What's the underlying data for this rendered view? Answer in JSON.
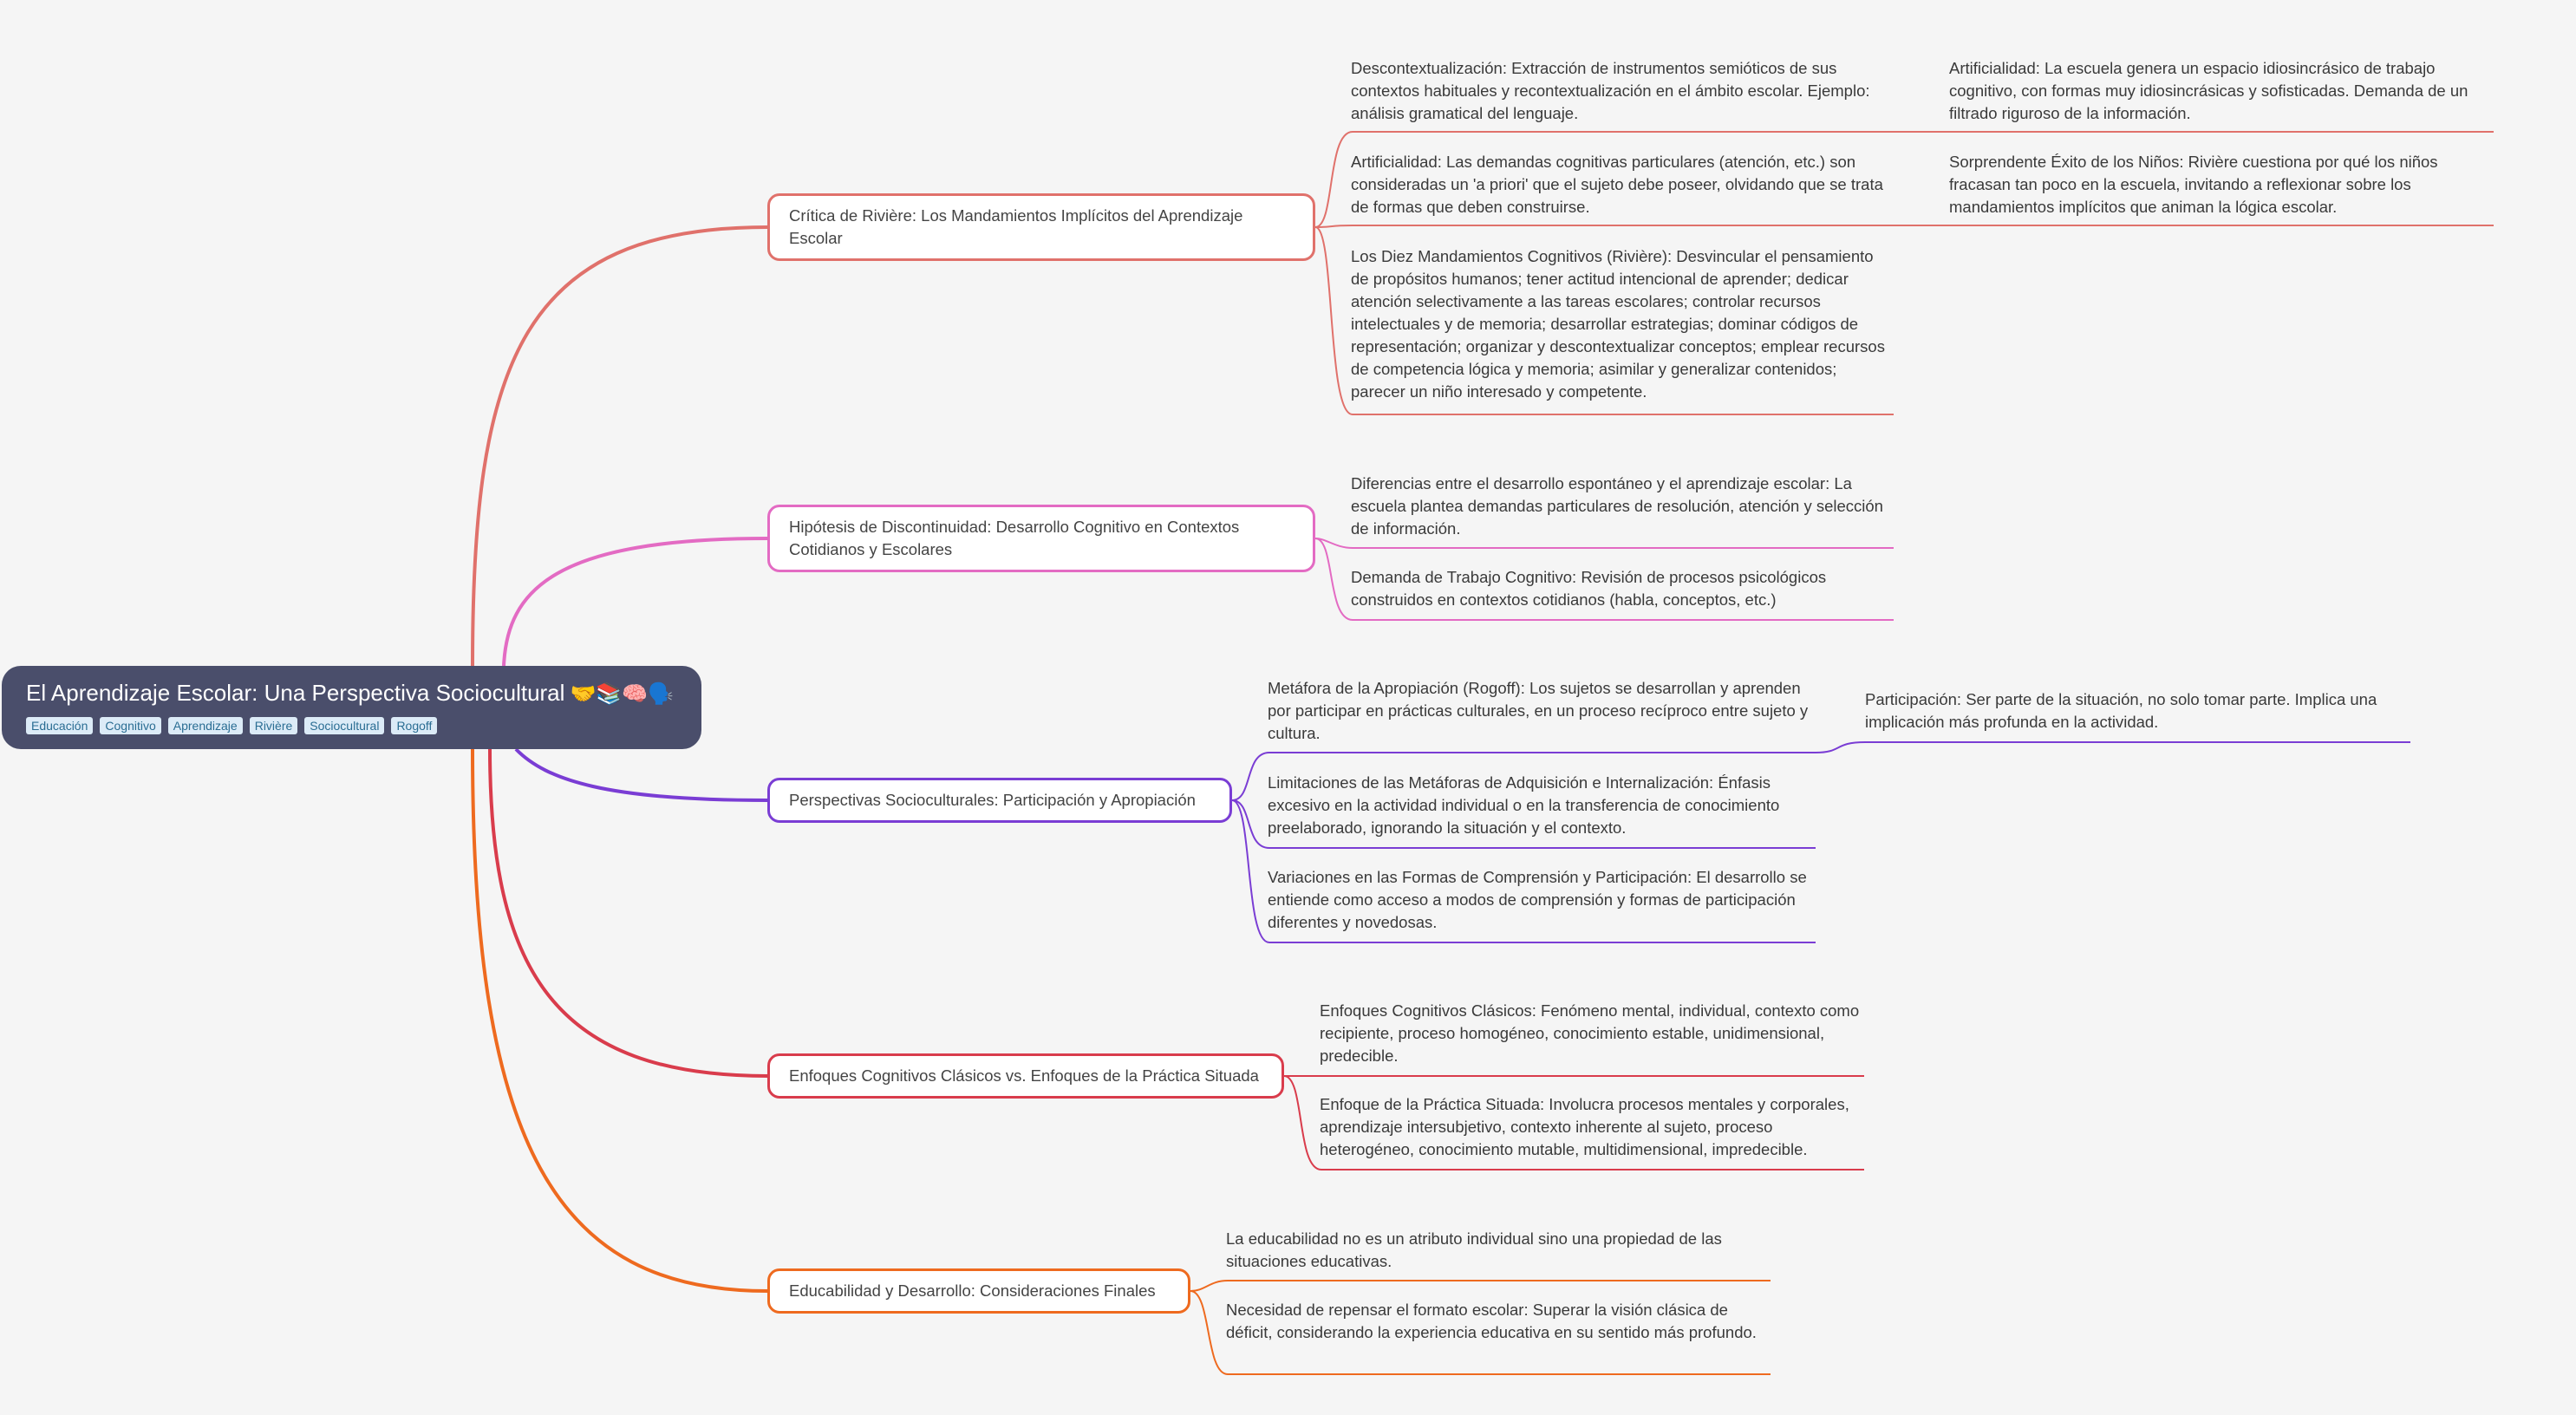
{
  "root": {
    "title": "El Aprendizaje Escolar: Una Perspectiva Sociocultural",
    "emoji": "🤝📚🧠🗣️",
    "tags": [
      "Educación",
      "Cognitivo",
      "Aprendizaje",
      "Rivière",
      "Sociocultural",
      "Rogoff"
    ]
  },
  "colors": {
    "branch1": "#e0716b",
    "branch2": "#e36bc3",
    "branch3": "#7a3dd4",
    "branch4": "#d93c4c",
    "branch5": "#ee6a1f"
  },
  "branches": [
    {
      "label": "Crítica de Rivière: Los Mandamientos Implícitos del Aprendizaje Escolar",
      "children": [
        {
          "text": "Descontextualización: Extracción de instrumentos semióticos de sus contextos habituales y recontextualización en el ámbito escolar.  Ejemplo: análisis gramatical del lenguaje.",
          "children": [
            {
              "text": "Artificialidad: La escuela genera un espacio idiosincrásico de trabajo cognitivo, con formas muy idiosincrásicas y sofisticadas.  Demanda de un filtrado riguroso de la información."
            }
          ]
        },
        {
          "text": "Artificialidad:  Las demandas cognitivas particulares (atención, etc.) son consideradas un 'a priori' que el sujeto debe poseer, olvidando que se trata de formas que deben construirse.",
          "children": [
            {
              "text": "Sorprendente Éxito de los Niños: Rivière cuestiona por qué los niños fracasan tan poco en la escuela, invitando a reflexionar sobre los mandamientos implícitos que animan la lógica escolar."
            }
          ]
        },
        {
          "text": "Los Diez Mandamientos Cognitivos (Rivière): Desvincular el pensamiento de propósitos humanos; tener actitud intencional de aprender; dedicar atención selectivamente a las tareas escolares; controlar recursos intelectuales y de memoria; desarrollar estrategias; dominar códigos de representación; organizar y descontextualizar conceptos; emplear recursos de competencia lógica y memoria; asimilar y generalizar contenidos; parecer un niño interesado y competente."
        }
      ]
    },
    {
      "label": "Hipótesis de Discontinuidad: Desarrollo Cognitivo en Contextos Cotidianos y Escolares",
      "children": [
        {
          "text": "Diferencias entre el desarrollo espontáneo y el aprendizaje escolar: La escuela plantea demandas particulares de resolución, atención y selección de información."
        },
        {
          "text": "Demanda de Trabajo Cognitivo:  Revisión de procesos psicológicos construidos en contextos cotidianos (habla, conceptos, etc.)"
        }
      ]
    },
    {
      "label": "Perspectivas Socioculturales: Participación y Apropiación",
      "children": [
        {
          "text": "Metáfora de la Apropiación (Rogoff):  Los sujetos se desarrollan y aprenden por participar en prácticas culturales, en un proceso recíproco entre sujeto y cultura.",
          "children": [
            {
              "text": "Participación:  Ser parte de la situación, no solo tomar parte. Implica una implicación más profunda en la actividad."
            }
          ]
        },
        {
          "text": "Limitaciones de las Metáforas de Adquisición e Internalización:  Énfasis excesivo en la actividad individual o en la transferencia de conocimiento preelaborado, ignorando la situación y el contexto."
        },
        {
          "text": "Variaciones en las Formas de Comprensión y Participación: El desarrollo se entiende como acceso a modos de comprensión y formas de participación diferentes y novedosas."
        }
      ]
    },
    {
      "label": "Enfoques Cognitivos Clásicos vs. Enfoques de la Práctica Situada",
      "children": [
        {
          "text": "Enfoques Cognitivos Clásicos: Fenómeno mental, individual, contexto como recipiente, proceso homogéneo, conocimiento estable, unidimensional, predecible."
        },
        {
          "text": "Enfoque de la Práctica Situada:  Involucra procesos mentales y corporales, aprendizaje intersubjetivo, contexto inherente al sujeto, proceso heterogéneo, conocimiento mutable, multidimensional, impredecible."
        }
      ]
    },
    {
      "label": "Educabilidad y Desarrollo:  Consideraciones Finales",
      "children": [
        {
          "text": "La educabilidad no es un atributo individual sino una propiedad de las situaciones educativas."
        },
        {
          "text": "Necesidad de repensar el formato escolar:  Superar la visión clásica de déficit, considerando la experiencia educativa en su sentido más profundo."
        }
      ]
    }
  ]
}
